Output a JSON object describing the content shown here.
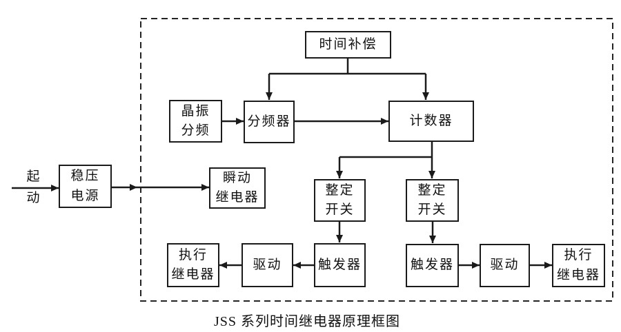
{
  "diagram": {
    "caption": "JSS 系列时间继电器原理框图",
    "start_label": "起\n动",
    "boxes": {
      "time_compensation": "时间补偿",
      "crystal_divider": "晶振\n分频",
      "frequency_divider": "分频器",
      "counter": "计数器",
      "regulated_power": "稳压\n电源",
      "instant_relay": "瞬动\n继电器",
      "setting_switch_left": "整定\n开关",
      "setting_switch_right": "整定\n开关",
      "trigger_left": "触发器",
      "trigger_right": "触发器",
      "drive_left": "驱动",
      "drive_right": "驱动",
      "exec_relay_left": "执行\n继电器",
      "exec_relay_right": "执行\n继电器"
    },
    "colors": {
      "line": "#1a1a1a",
      "background": "#ffffff"
    }
  }
}
